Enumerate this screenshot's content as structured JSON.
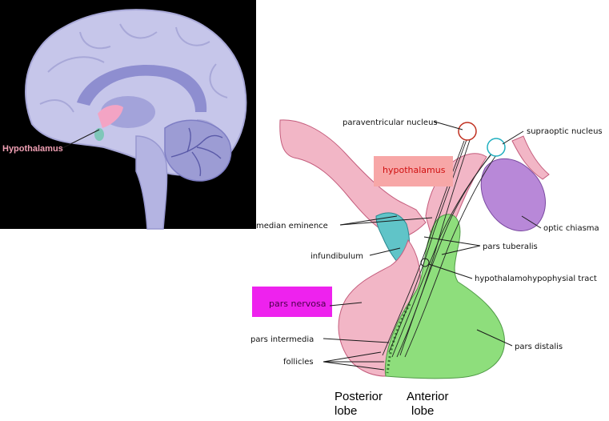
{
  "brain_panel": {
    "label": "Hypothalamus",
    "colors": {
      "background": "#000000",
      "highlight": "#f3a4c4",
      "tissue": "#c8c8ec"
    }
  },
  "gland_diagram": {
    "labels": {
      "paraventricular_nucleus": "paraventricular nucleus",
      "supraoptic_nucleus": "supraoptic nucleus",
      "hypothalamus": "hypothalamus",
      "median_eminence": "median eminence",
      "optic_chiasma": "optic chiasma",
      "pars_tuberalis": "pars tuberalis",
      "infundibulum": "infundibulum",
      "hypothalamohypophysial_tract": "hypothalamohypophysial tract",
      "pars_nervosa": "pars nervosa",
      "pars_intermedia": "pars intermedia",
      "pars_distalis": "pars distalis",
      "follicles": "follicles"
    },
    "lobes": {
      "posterior_line1": "Posterior",
      "posterior_line2": "lobe",
      "anterior_line1": "Anterior",
      "anterior_line2": "lobe"
    },
    "colors": {
      "posterior_pink": "#f2b6c6",
      "anterior_green": "#8ede7c",
      "optic_purple": "#b888d8",
      "infundibulum_teal": "#60c4c8",
      "hypothalamus_box": "#f7a7a7",
      "hypothalamus_text": "#d01010",
      "pars_nervosa_box": "#ee22ee",
      "pars_nervosa_text": "#4a004a"
    }
  }
}
